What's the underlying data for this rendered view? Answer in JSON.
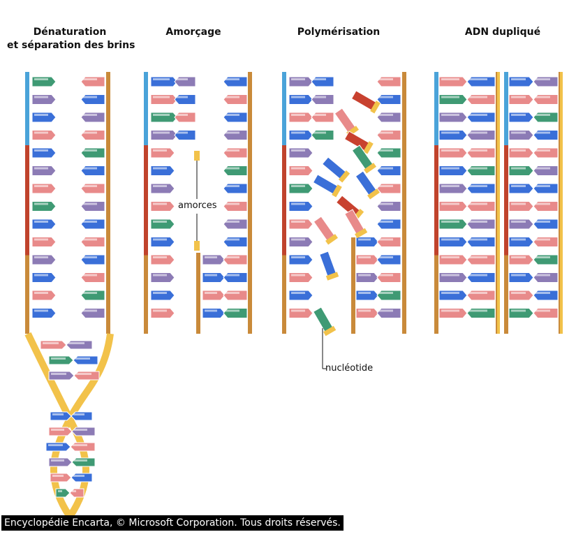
{
  "titles": {
    "denaturation_line1": "Dénaturation",
    "denaturation_line2": "et séparation des brins",
    "amorcage": "Amorçage",
    "polymerisation": "Polymérisation",
    "adn_duplique": "ADN dupliqué"
  },
  "labels": {
    "amorces": "amorces",
    "nucleotide": "nucléotide"
  },
  "footer": "Encyclopédie Encarta, © Microsoft Corporation. Tous droits réservés.",
  "colors": {
    "blue": "#3a6fd8",
    "pink": "#e88a8a",
    "green": "#3f9a74",
    "purple": "#8c7bb5",
    "red_piece": "#c8412f",
    "backbone_orange": "#c98a3a",
    "backbone_blue": "#4aa3d9",
    "backbone_red": "#c0432c",
    "backbone_yellow": "#f2c24a"
  }
}
